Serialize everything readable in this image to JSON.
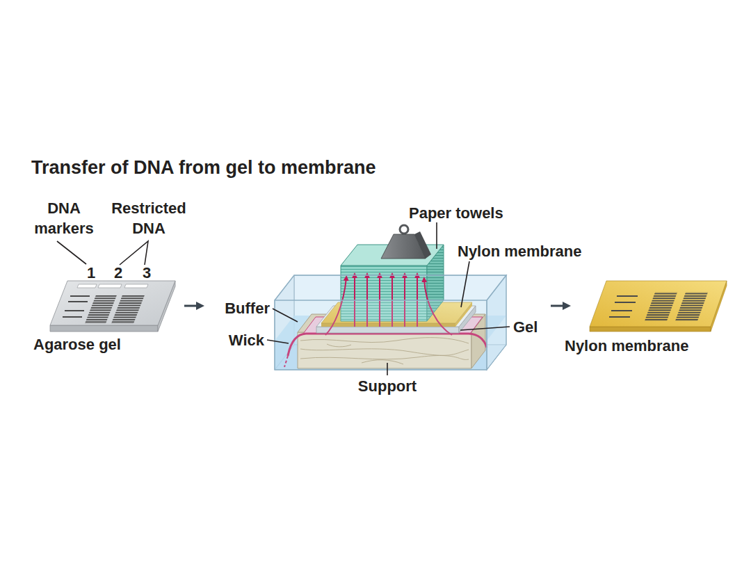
{
  "diagram": {
    "title": "Transfer of DNA from gel to membrane",
    "labels": [
      "DNA markers",
      "Restricted DNA",
      "1",
      "2",
      "3",
      "Agarose gel",
      "Buffer",
      "Wick",
      "Support",
      "Paper towels",
      "Nylon membrane",
      "Gel",
      "Nylon membrane"
    ]
  }
}
